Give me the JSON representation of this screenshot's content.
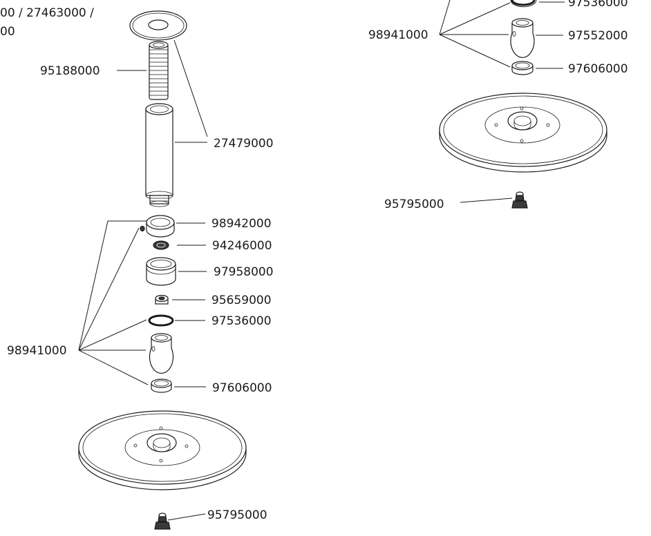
{
  "left_assembly": {
    "top_label_line1": "00 / 27463000 /",
    "top_label_line2": "00",
    "parts": {
      "p95188000": "95188000",
      "p27479000": "27479000",
      "p98942000": "98942000",
      "p94246000": "94246000",
      "p97958000": "97958000",
      "p95659000": "95659000",
      "p97536000": "97536000",
      "p98941000": "98941000",
      "p97606000": "97606000",
      "p95795000": "95795000"
    }
  },
  "right_assembly": {
    "parts": {
      "p97536000": "97536000",
      "p98941000": "98941000",
      "p97552000": "97552000",
      "p97606000": "97606000",
      "p95795000": "95795000"
    }
  }
}
